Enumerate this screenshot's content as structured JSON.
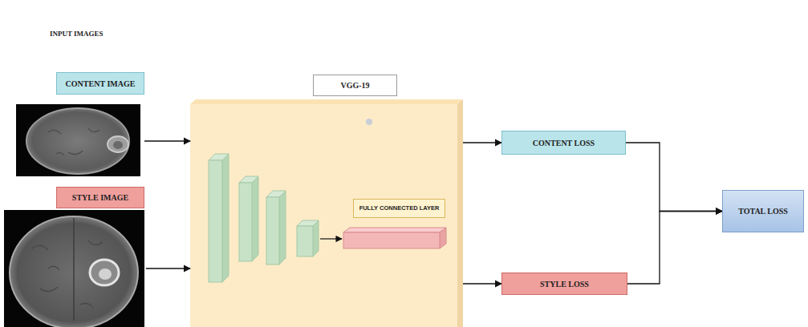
{
  "diagram": {
    "nodes": [
      {
        "text": [
          "CONTENT IMAGE"
        ]
      },
      {
        "text": [
          "STYLE IMAGE"
        ]
      },
      {
        "text": [
          "VGG-19"
        ]
      },
      {
        "text": [
          "FULLY CONNECTED LAYER"
        ],
        "in": 2
      },
      {
        "text": [
          "CONTENT LOSS"
        ]
      },
      {
        "text": [
          "STYLE LOSS"
        ]
      },
      {
        "text": [
          "TOTAL LOSS"
        ]
      }
    ],
    "edges": [
      {
        "from": 0,
        "to": 2,
        "arrow": "to"
      },
      {
        "from": 1,
        "to": 2,
        "arrow": "to"
      },
      {
        "from": 2,
        "to": 4,
        "arrow": "to"
      },
      {
        "from": 2,
        "to": 5,
        "arrow": "to"
      },
      {
        "from": 4,
        "to": 6,
        "arrow": "to"
      },
      {
        "from": 5,
        "to": 6,
        "arrow": "to"
      }
    ],
    "labels": [
      "INPUT IMAGES"
    ]
  }
}
